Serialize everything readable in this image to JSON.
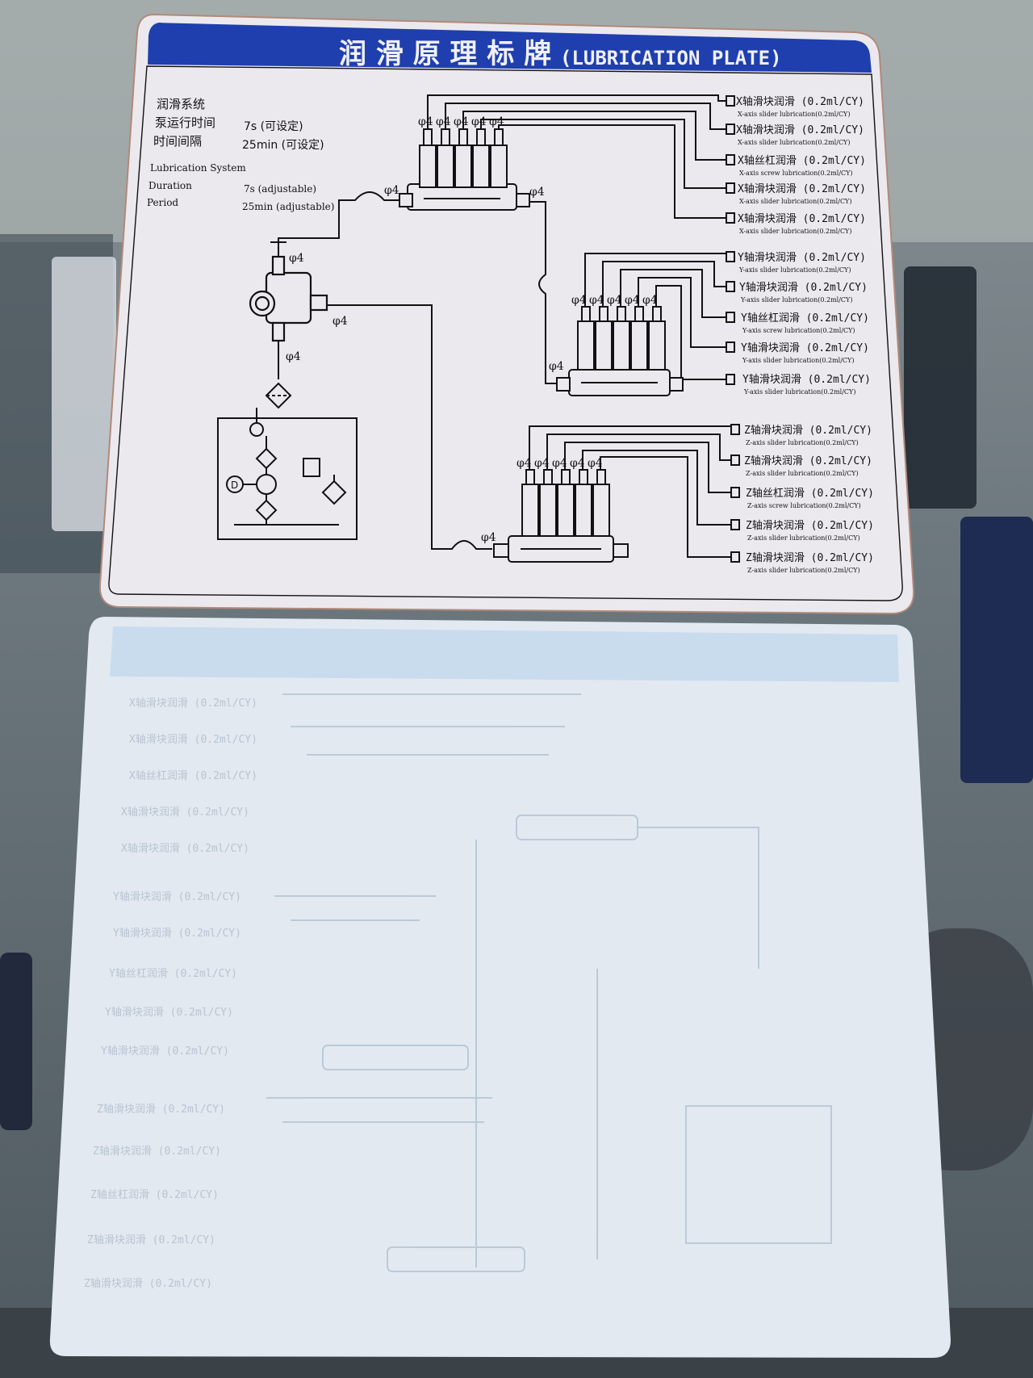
{
  "plate": {
    "title_cn": "润 滑 原 理 标 牌",
    "title_en": "(LUBRICATION PLATE)",
    "header_color": "#1f3fae",
    "info": {
      "cn_system": "润滑系统",
      "cn_duration_label": "泵运行时间",
      "cn_duration_value": "7s   (可设定)",
      "cn_period_label": "时间间隔",
      "cn_period_value": "25min (可设定)",
      "en_system": "Lubrication System",
      "en_duration_label": "Duration",
      "en_duration_value": "7s   (adjustable)",
      "en_period_label": "Period",
      "en_period_value": "25min (adjustable)"
    },
    "pipe_size": "φ4",
    "x_outputs": [
      {
        "cn": "X轴滑块润滑 (0.2ml/CY)",
        "en": "X-axis slider lubrication(0.2ml/CY)"
      },
      {
        "cn": "X轴滑块润滑 (0.2ml/CY)",
        "en": "X-axis slider lubrication(0.2ml/CY)"
      },
      {
        "cn": "X轴丝杠润滑 (0.2ml/CY)",
        "en": "X-axis screw lubrication(0.2ml/CY)"
      },
      {
        "cn": "X轴滑块润滑 (0.2ml/CY)",
        "en": "X-axis slider lubrication(0.2ml/CY)"
      },
      {
        "cn": "X轴滑块润滑 (0.2ml/CY)",
        "en": "X-axis slider lubrication(0.2ml/CY)"
      }
    ],
    "y_outputs": [
      {
        "cn": "Y轴滑块润滑 (0.2ml/CY)",
        "en": "Y-axis slider lubrication(0.2ml/CY)"
      },
      {
        "cn": "Y轴滑块润滑 (0.2ml/CY)",
        "en": "Y-axis slider lubrication(0.2ml/CY)"
      },
      {
        "cn": "Y轴丝杠润滑 (0.2ml/CY)",
        "en": "Y-axis screw lubrication(0.2ml/CY)"
      },
      {
        "cn": "Y轴滑块润滑 (0.2ml/CY)",
        "en": "Y-axis slider lubrication(0.2ml/CY)"
      },
      {
        "cn": "Y轴滑块润滑 (0.2ml/CY)",
        "en": "Y-axis slider lubrication(0.2ml/CY)"
      }
    ],
    "z_outputs": [
      {
        "cn": "Z轴滑块润滑 (0.2ml/CY)",
        "en": "Z-axis slider lubrication(0.2ml/CY)"
      },
      {
        "cn": "Z轴滑块润滑 (0.2ml/CY)",
        "en": "Z-axis slider lubrication(0.2ml/CY)"
      },
      {
        "cn": "Z轴丝杠润滑 (0.2ml/CY)",
        "en": "Z-axis screw lubrication(0.2ml/CY)"
      },
      {
        "cn": "Z轴滑块润滑 (0.2ml/CY)",
        "en": "Z-axis slider lubrication(0.2ml/CY)"
      },
      {
        "cn": "Z轴滑块润滑 (0.2ml/CY)",
        "en": "Z-axis slider lubrication(0.2ml/CY)"
      }
    ],
    "pump_mark": "D"
  },
  "colors": {
    "plate_bg": "#ebe9ee",
    "line": "#111111",
    "lower_plate_bg": "#e4eaf2",
    "lower_plate_line": "#b4c4d4"
  }
}
